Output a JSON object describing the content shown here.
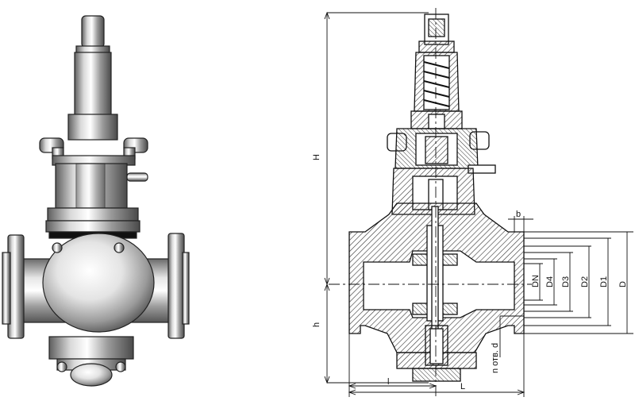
{
  "dimensions": {
    "H": "H",
    "h": "h",
    "L": "L",
    "l": "l",
    "b": "b",
    "DN": "DN",
    "D4": "D4",
    "D3": "D3",
    "D2": "D2",
    "D1": "D1",
    "D": "D",
    "holes": "n отв. d"
  },
  "colors": {
    "line": "#111111",
    "metal_dark": "#5a5a5a",
    "metal_mid": "#a8a8a8",
    "metal_light": "#eeeeee",
    "hatch": "#333333"
  }
}
